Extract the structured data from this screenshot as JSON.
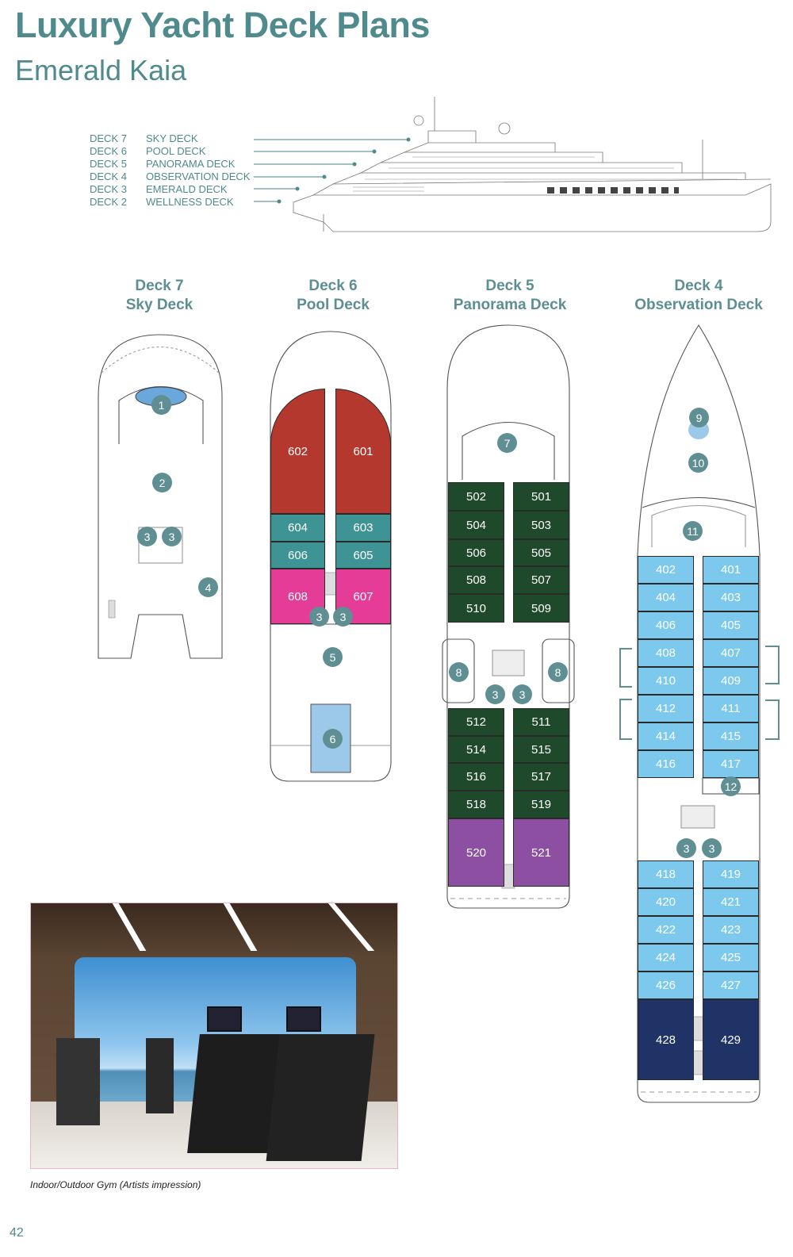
{
  "header": {
    "title": "Luxury Yacht Deck Plans",
    "subtitle": "Emerald Kaia"
  },
  "legend": [
    {
      "deck": "DECK 7",
      "name": "SKY DECK"
    },
    {
      "deck": "DECK 6",
      "name": "POOL DECK"
    },
    {
      "deck": "DECK 5",
      "name": "PANORAMA DECK"
    },
    {
      "deck": "DECK 4",
      "name": "OBSERVATION DECK"
    },
    {
      "deck": "DECK 3",
      "name": "EMERALD DECK"
    },
    {
      "deck": "DECK 2",
      "name": "WELLNESS DECK"
    }
  ],
  "deck_plans": [
    {
      "title": "Deck 7",
      "name": "Sky Deck",
      "markers": [
        "1",
        "2",
        "3",
        "3",
        "4"
      ],
      "cabins": []
    },
    {
      "title": "Deck 6",
      "name": "Pool Deck",
      "markers": [
        "3",
        "3",
        "5",
        "6"
      ],
      "cabins": [
        {
          "n": "602",
          "c": "red"
        },
        {
          "n": "601",
          "c": "red"
        },
        {
          "n": "604",
          "c": "teal"
        },
        {
          "n": "603",
          "c": "teal"
        },
        {
          "n": "606",
          "c": "teal"
        },
        {
          "n": "605",
          "c": "teal"
        },
        {
          "n": "608",
          "c": "pink"
        },
        {
          "n": "607",
          "c": "pink"
        }
      ]
    },
    {
      "title": "Deck 5",
      "name": "Panorama Deck",
      "markers": [
        "7",
        "8",
        "3",
        "3",
        "8"
      ],
      "cabins": [
        {
          "n": "502",
          "c": "green"
        },
        {
          "n": "501",
          "c": "green"
        },
        {
          "n": "504",
          "c": "green"
        },
        {
          "n": "503",
          "c": "green"
        },
        {
          "n": "506",
          "c": "green"
        },
        {
          "n": "505",
          "c": "green"
        },
        {
          "n": "508",
          "c": "green"
        },
        {
          "n": "507",
          "c": "green"
        },
        {
          "n": "510",
          "c": "green"
        },
        {
          "n": "509",
          "c": "green"
        },
        {
          "n": "512",
          "c": "green"
        },
        {
          "n": "511",
          "c": "green"
        },
        {
          "n": "514",
          "c": "green"
        },
        {
          "n": "515",
          "c": "green"
        },
        {
          "n": "516",
          "c": "green"
        },
        {
          "n": "517",
          "c": "green"
        },
        {
          "n": "518",
          "c": "green"
        },
        {
          "n": "519",
          "c": "green"
        },
        {
          "n": "520",
          "c": "purple"
        },
        {
          "n": "521",
          "c": "purple"
        }
      ]
    },
    {
      "title": "Deck 4",
      "name": "Observation Deck",
      "markers": [
        "9",
        "10",
        "11",
        "12",
        "3",
        "3"
      ],
      "cabins": [
        {
          "n": "402",
          "c": "lightblue"
        },
        {
          "n": "401",
          "c": "lightblue"
        },
        {
          "n": "404",
          "c": "lightblue"
        },
        {
          "n": "403",
          "c": "lightblue"
        },
        {
          "n": "406",
          "c": "lightblue"
        },
        {
          "n": "405",
          "c": "lightblue"
        },
        {
          "n": "408",
          "c": "lightblue"
        },
        {
          "n": "407",
          "c": "lightblue"
        },
        {
          "n": "410",
          "c": "lightblue"
        },
        {
          "n": "409",
          "c": "lightblue"
        },
        {
          "n": "412",
          "c": "lightblue"
        },
        {
          "n": "411",
          "c": "lightblue"
        },
        {
          "n": "414",
          "c": "lightblue"
        },
        {
          "n": "415",
          "c": "lightblue"
        },
        {
          "n": "416",
          "c": "lightblue"
        },
        {
          "n": "417",
          "c": "lightblue"
        },
        {
          "n": "418",
          "c": "lightblue"
        },
        {
          "n": "419",
          "c": "lightblue"
        },
        {
          "n": "420",
          "c": "lightblue"
        },
        {
          "n": "421",
          "c": "lightblue"
        },
        {
          "n": "422",
          "c": "lightblue"
        },
        {
          "n": "423",
          "c": "lightblue"
        },
        {
          "n": "424",
          "c": "lightblue"
        },
        {
          "n": "425",
          "c": "lightblue"
        },
        {
          "n": "426",
          "c": "lightblue"
        },
        {
          "n": "427",
          "c": "lightblue"
        },
        {
          "n": "428",
          "c": "navy"
        },
        {
          "n": "429",
          "c": "navy"
        }
      ]
    }
  ],
  "colors": {
    "red": "#b5382f",
    "teal": "#3e9494",
    "pink": "#e53d97",
    "green": "#1e4a2b",
    "purple": "#8d4fa2",
    "lightblue": "#7cc9ed",
    "navy": "#1f3366",
    "accent": "#4f8a8c",
    "marker": "#5f8f93"
  },
  "gym_caption": "Indoor/Outdoor Gym (Artists impression)",
  "page_number": "42"
}
